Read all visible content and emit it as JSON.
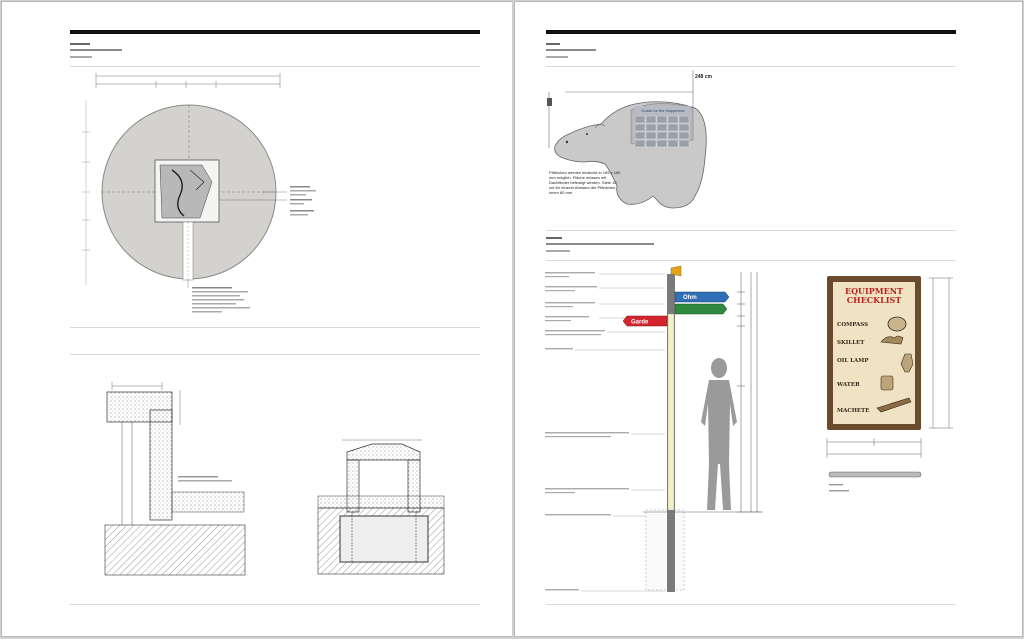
{
  "bear_sign": {
    "dimension_label": "248 cm",
    "header_text": "Guide for the Happiness",
    "note_text": "Pfählchen werden bedruckt in 165 x 160 mm möglich. Fläche müssen mit Dachflieder befestigt werden. Stele 10 cm für einzeln Abstand der Pfählchen innen 80 mm"
  },
  "signpost": {
    "sign_labels": [
      "Ohm",
      "Garde"
    ],
    "sign_colors": {
      "blue": "#2f6fb5",
      "green": "#2f8a3f",
      "red": "#d3242f",
      "pole": "#7a7a7a",
      "pole_paint": "#f3f0c8",
      "flag": "#e4a11b"
    }
  },
  "poster": {
    "title_line1": "EQUIPMENT",
    "title_line2": "CHECKLIST",
    "items": [
      "COMPASS",
      "SKILLET",
      "OIL LAMP",
      "WATER",
      "MACHETE"
    ],
    "colors": {
      "frame": "#6b4a2e",
      "paper": "#efe3c4",
      "title": "#b3261e",
      "text": "#3b2a1a"
    }
  }
}
